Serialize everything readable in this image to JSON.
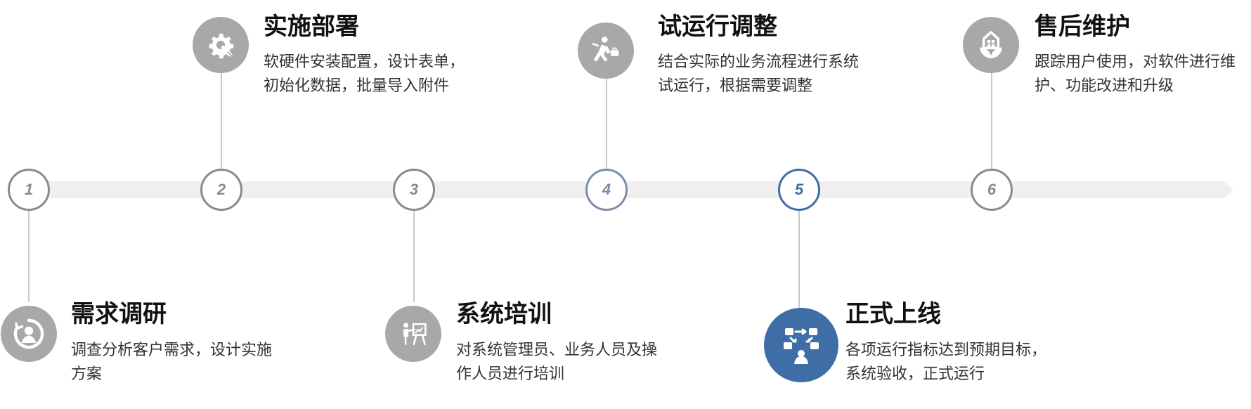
{
  "timeline": {
    "steps": [
      {
        "number": "1",
        "title": "需求调研",
        "description": "调查分析客户需求，设计实施方案",
        "icon": "user-cycle-icon"
      },
      {
        "number": "2",
        "title": "实施部署",
        "description": "软硬件安装配置，设计表单，初始化数据，批量导入附件",
        "icon": "gear-wrench-icon"
      },
      {
        "number": "3",
        "title": "系统培训",
        "description": "对系统管理员、业务人员及操作人员进行培训",
        "icon": "presenter-board-icon"
      },
      {
        "number": "4",
        "title": "试运行调整",
        "description": "结合实际的业务流程进行系统试运行，根据需要调整",
        "icon": "running-person-icon"
      },
      {
        "number": "5",
        "title": "正式上线",
        "description": "各项运行指标达到预期目标，系统验收，正式运行",
        "icon": "team-network-icon"
      },
      {
        "number": "6",
        "title": "售后维护",
        "description": "跟踪用户使用，对软件进行维护、功能改进和升级",
        "icon": "house-leaf-icon"
      }
    ]
  },
  "colors": {
    "track": "#efefef",
    "node_gray": "#8a8a8a",
    "node_blue": "#3f6ea7",
    "icon_gray": "#a8a8a8"
  }
}
